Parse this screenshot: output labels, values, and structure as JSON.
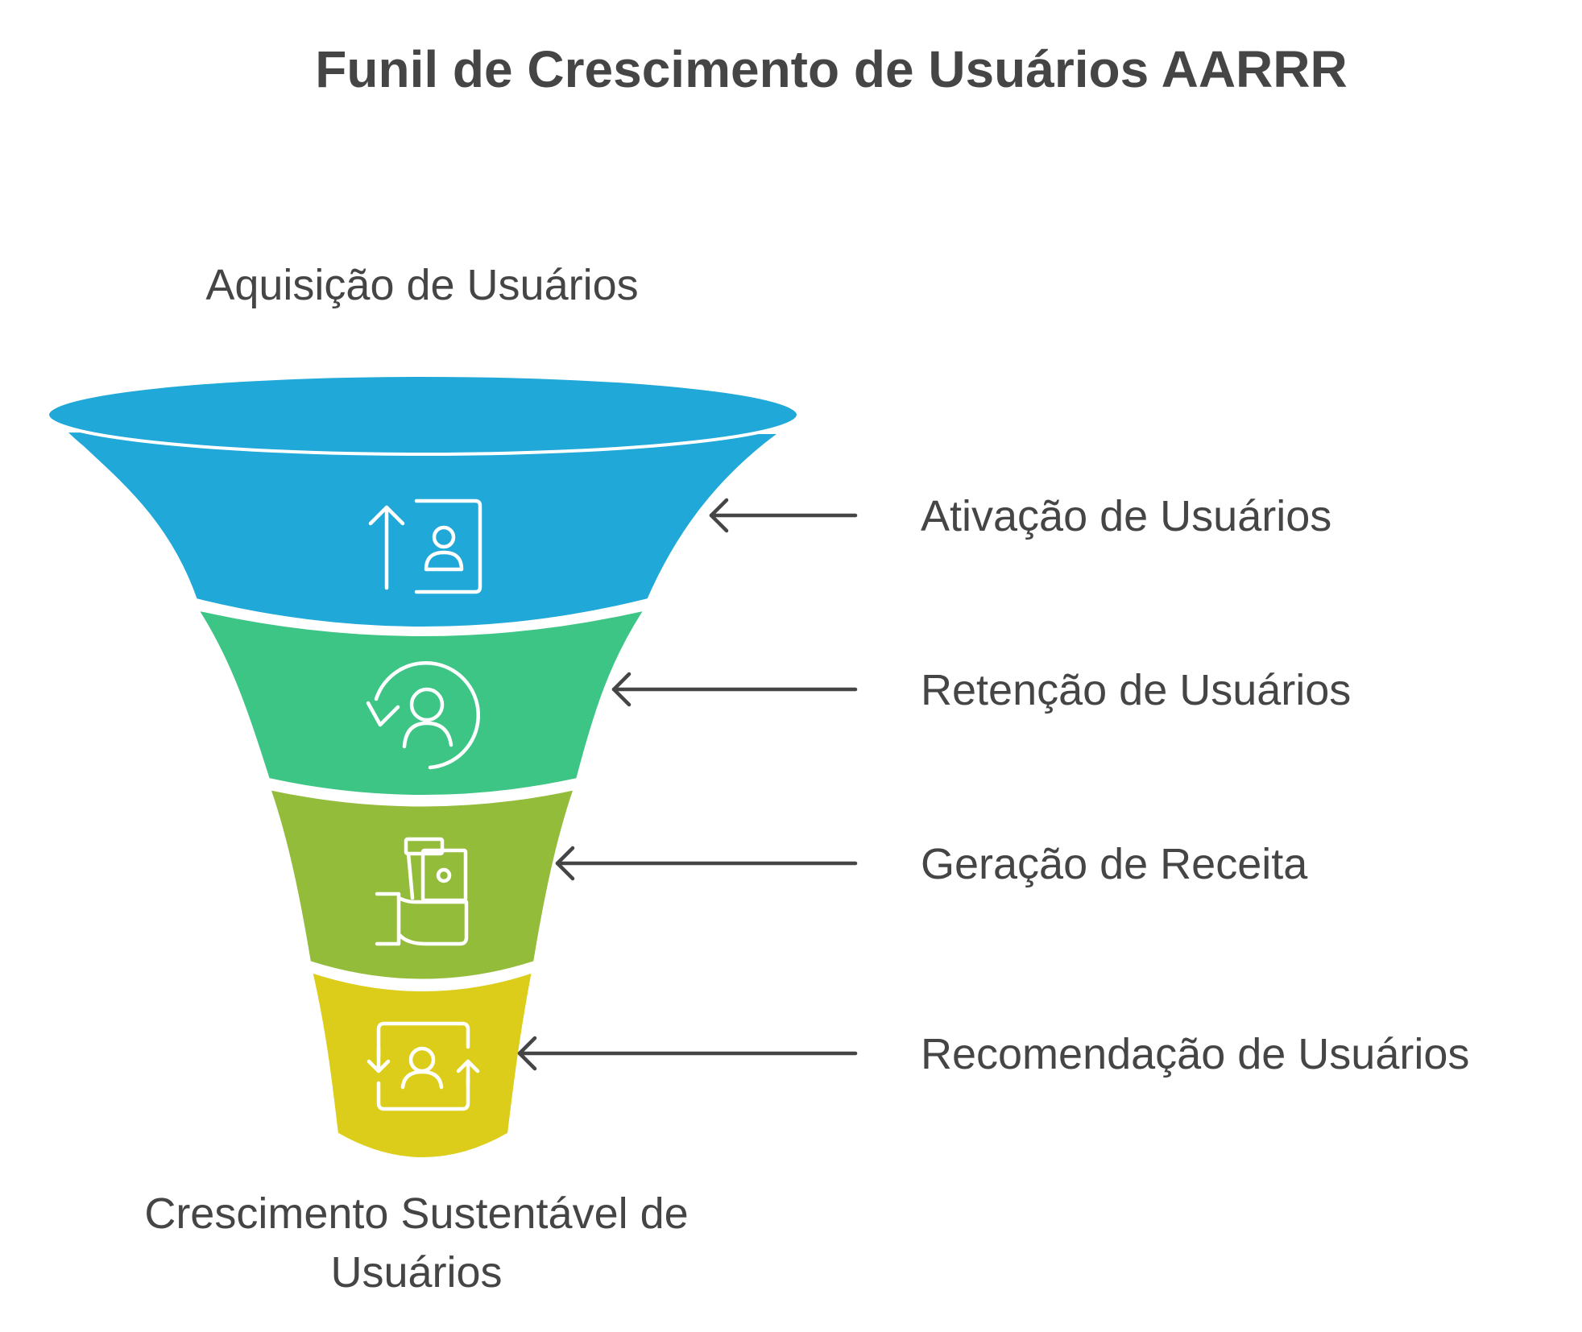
{
  "title": "Funil de Crescimento de Usuários AARRR",
  "top_label": "Aquisição de Usuários",
  "bottom_label": {
    "line1": "Crescimento Sustentável de",
    "line2": "Usuários"
  },
  "stages": [
    {
      "label": "Ativação de Usuários",
      "color": "#1FA8D8",
      "icon": "user-profile-upload-icon"
    },
    {
      "label": "Retenção de Usuários",
      "color": "#3DC585",
      "icon": "user-retention-cycle-icon"
    },
    {
      "label": "Geração de Receita",
      "color": "#93BC3A",
      "icon": "hand-holding-money-icon"
    },
    {
      "label": "Recomendação de Usuários",
      "color": "#DCCD1A",
      "icon": "user-referral-exchange-icon"
    }
  ],
  "colors": {
    "text": "#454545",
    "background": "#FFFFFF",
    "separator": "#FFFFFF"
  }
}
